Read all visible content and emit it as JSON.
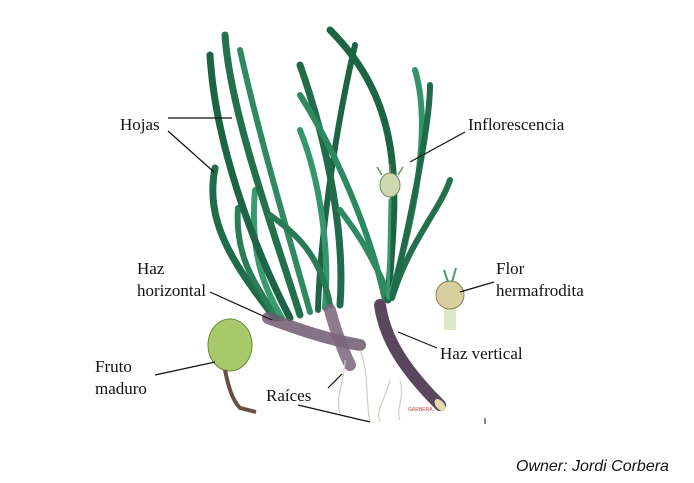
{
  "labels": {
    "hojas": "Hojas",
    "inflorescencia": "Inflorescencia",
    "haz_horizontal_1": "Haz",
    "haz_horizontal_2": "horizontal",
    "flor_1": "Flor",
    "flor_2": "hermafrodita",
    "haz_vertical": "Haz vertical",
    "fruto_1": "Fruto",
    "fruto_2": "maduro",
    "raices": "Raíces"
  },
  "credit": "Owner: Jordi Corbera",
  "colors": {
    "leaf_dark": "#1f6b4a",
    "leaf_light": "#3fa37a",
    "rhizome": "#6e5a6e",
    "fruit": "#a8c96a"
  }
}
